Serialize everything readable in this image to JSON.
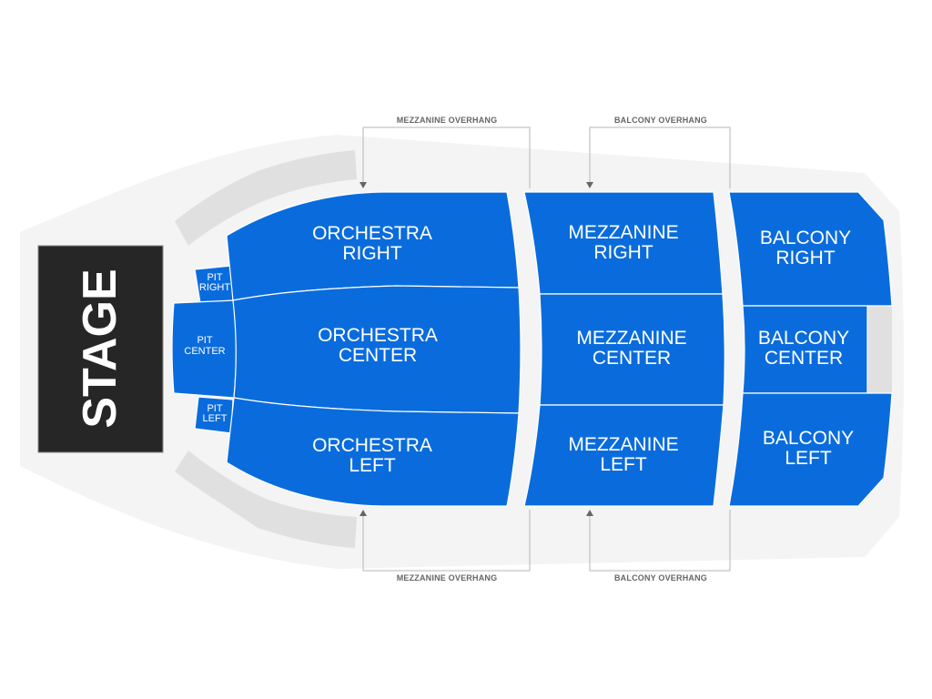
{
  "stage": {
    "label": "STAGE"
  },
  "colors": {
    "section": "#0A6CDC",
    "stage": "#262626",
    "floor": "#F4F4F4",
    "unavailable": "#E0E0E0",
    "annotation": "#666666"
  },
  "sections": {
    "pit_right": {
      "line1": "PIT",
      "line2": "RIGHT"
    },
    "pit_center": {
      "line1": "PIT",
      "line2": "CENTER"
    },
    "pit_left": {
      "line1": "PIT",
      "line2": "LEFT"
    },
    "orchestra_right": {
      "line1": "ORCHESTRA",
      "line2": "RIGHT"
    },
    "orchestra_center": {
      "line1": "ORCHESTRA",
      "line2": "CENTER"
    },
    "orchestra_left": {
      "line1": "ORCHESTRA",
      "line2": "LEFT"
    },
    "mezzanine_right": {
      "line1": "MEZZANINE",
      "line2": "RIGHT"
    },
    "mezzanine_center": {
      "line1": "MEZZANINE",
      "line2": "CENTER"
    },
    "mezzanine_left": {
      "line1": "MEZZANINE",
      "line2": "LEFT"
    },
    "balcony_right": {
      "line1": "BALCONY",
      "line2": "RIGHT"
    },
    "balcony_center": {
      "line1": "BALCONY",
      "line2": "CENTER"
    },
    "balcony_left": {
      "line1": "BALCONY",
      "line2": "LEFT"
    }
  },
  "annotations": {
    "top_mezzanine": "MEZZANINE OVERHANG",
    "top_balcony": "BALCONY OVERHANG",
    "bottom_mezzanine": "MEZZANINE OVERHANG",
    "bottom_balcony": "BALCONY OVERHANG"
  }
}
